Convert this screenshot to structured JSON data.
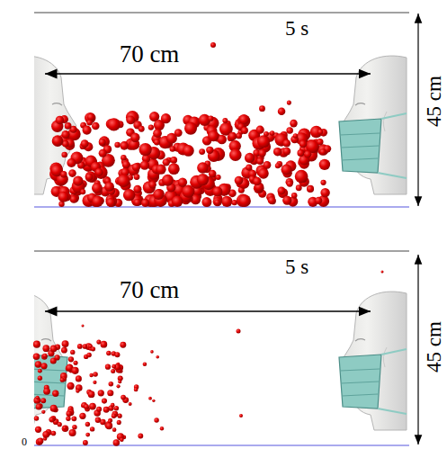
{
  "diagram": {
    "labels": [
      "70 cm",
      "5 s",
      "45 cm",
      "70 cm",
      "5 s",
      "45 cm",
      "0"
    ]
  }
}
